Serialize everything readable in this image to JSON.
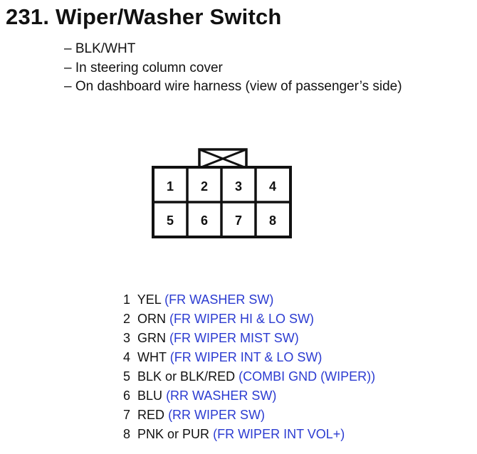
{
  "title": "231. Wiper/Washer Switch",
  "notes": [
    "– BLK/WHT",
    "– In steering column cover",
    "– On dashboard wire harness (view of passenger’s side)"
  ],
  "connector": {
    "pins_top": [
      "1",
      "2",
      "3",
      "4"
    ],
    "pins_bottom": [
      "5",
      "6",
      "7",
      "8"
    ]
  },
  "pinout": [
    {
      "num": "1",
      "wire": "YEL",
      "desc": "(FR WASHER SW)"
    },
    {
      "num": "2",
      "wire": "ORN",
      "desc": "(FR WIPER HI & LO SW)"
    },
    {
      "num": "3",
      "wire": "GRN",
      "desc": "(FR WIPER MIST SW)"
    },
    {
      "num": "4",
      "wire": "WHT",
      "desc": "(FR WIPER INT & LO SW)"
    },
    {
      "num": "5",
      "wire": "BLK or BLK/RED",
      "desc": "(COMBI GND (WIPER))"
    },
    {
      "num": "6",
      "wire": "BLU",
      "desc": "(RR WASHER SW)"
    },
    {
      "num": "7",
      "wire": "RED",
      "desc": "(RR WIPER SW)"
    },
    {
      "num": "8",
      "wire": "PNK or PUR",
      "desc": "(FR WIPER INT VOL+)"
    }
  ],
  "colors": {
    "text": "#111111",
    "description": "#2b3bd1"
  }
}
